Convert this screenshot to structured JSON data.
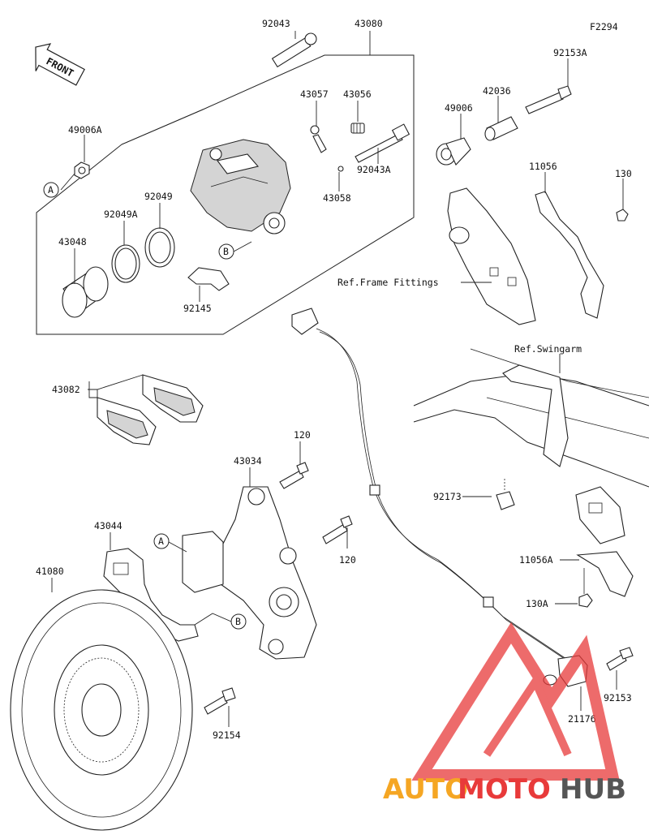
{
  "figure_code": "F2294",
  "front_label": "FRONT",
  "circle_marks": [
    "A",
    "B"
  ],
  "ref_labels": {
    "frame": "Ref.Frame Fittings",
    "swingarm": "Ref.Swingarm"
  },
  "parts": {
    "p92043": "92043",
    "p43080": "43080",
    "p92153A": "92153A",
    "p43057": "43057",
    "p43056": "43056",
    "p42036": "42036",
    "p49006A": "49006A",
    "p49006": "49006",
    "p92043A": "92043A",
    "p11056": "11056",
    "p130": "130",
    "p92049": "92049",
    "p92049A": "92049A",
    "p43058": "43058",
    "p43048": "43048",
    "p92145": "92145",
    "p43082": "43082",
    "p120a": "120",
    "p43034": "43034",
    "p92173": "92173",
    "p43044": "43044",
    "p120b": "120",
    "p11056A": "11056A",
    "p41080": "41080",
    "p130A": "130A",
    "p92153": "92153",
    "p21176": "21176",
    "p92154": "92154"
  },
  "watermark": {
    "part1": "AUTO",
    "part2": "MOTO",
    "part3": "HUB",
    "color_orange": "#f5a623",
    "color_red": "#e83a3a",
    "color_gray": "#555555"
  }
}
